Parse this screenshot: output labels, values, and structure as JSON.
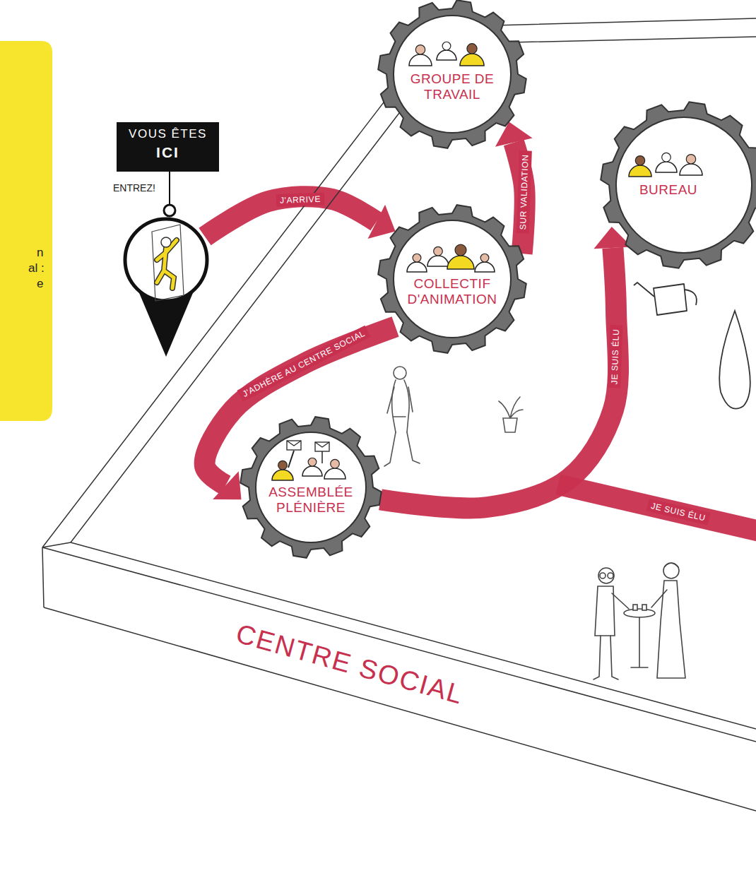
{
  "diagram": {
    "nodes": [
      {
        "text": [
          "n",
          "al :",
          "e"
        ]
      },
      {
        "text": [
          "VOUS ÊTES",
          "ICI",
          "ENTREZ!"
        ]
      },
      {
        "text": [
          "CENTRE SOCIAL"
        ]
      },
      {
        "text": [
          "GROUPE DE TRAVAIL"
        ],
        "in": 2
      },
      {
        "text": [
          "BUREAU"
        ],
        "in": 2
      },
      {
        "text": [
          "COLLECTIF D'ANIMATION"
        ],
        "in": 2
      },
      {
        "text": [
          "ASSEMBLÉE PLÉNIÈRE"
        ],
        "in": 2
      }
    ],
    "edges": [
      {
        "from": 1,
        "to": 5,
        "label": "J'ARRIVE",
        "arrow": "to"
      },
      {
        "from": 5,
        "to": 3,
        "label": "SUR VALIDATION",
        "arrow": "to"
      },
      {
        "from": 5,
        "to": 6,
        "label": "J'ADHÈRE AU CENTRE SOCIAL",
        "arrow": "to"
      },
      {
        "from": 6,
        "to": 4,
        "label": "JE SUIS ÉLU",
        "arrow": "to"
      }
    ],
    "labels": [
      "JE SUIS ÉLU"
    ]
  }
}
